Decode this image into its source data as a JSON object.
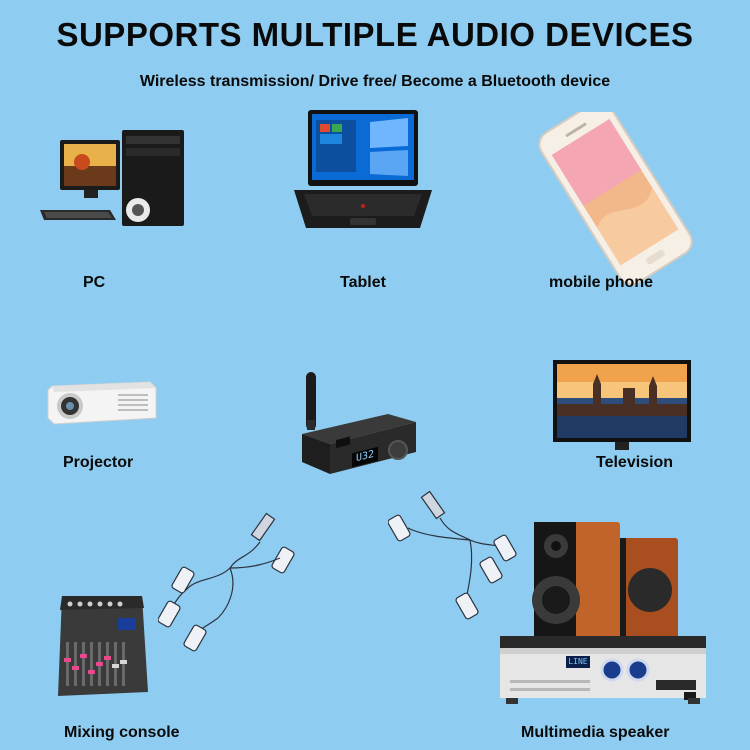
{
  "header": {
    "title": "SUPPORTS MULTIPLE AUDIO DEVICES",
    "subtitle": "Wireless transmission/ Drive free/ Become a Bluetooth device"
  },
  "devices": [
    {
      "label": "PC",
      "icon": "desktop-pc-icon"
    },
    {
      "label": "Tablet",
      "icon": "laptop-icon"
    },
    {
      "label": "mobile phone",
      "icon": "smartphone-icon"
    },
    {
      "label": "Projector",
      "icon": "projector-icon"
    },
    {
      "label": "Television",
      "icon": "television-icon"
    },
    {
      "label": "Mixing console",
      "icon": "mixing-console-icon"
    },
    {
      "label": "Multimedia speaker",
      "icon": "speaker-amplifier-icon"
    }
  ],
  "center_device": {
    "display": "U32",
    "icon": "bluetooth-transmitter-icon"
  },
  "amplifier_display": "LINE",
  "colors": {
    "background": "#8ecdf1",
    "text": "#0a0a0a",
    "screen_blue": "#0a6bd6",
    "wood": "#c0642a"
  }
}
